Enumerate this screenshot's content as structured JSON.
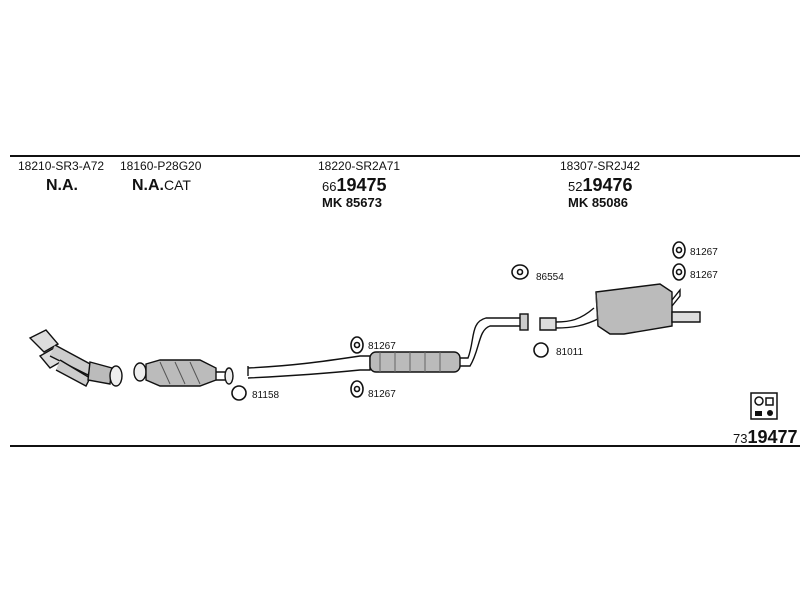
{
  "header": {
    "oem_codes": [
      "18210-SR3-A72",
      "18160-P28G20",
      "18220-SR2A71",
      "18307-SR2J42"
    ],
    "availability": {
      "first": "N.A.",
      "second_main": "N.A.",
      "second_suffix": "CAT"
    },
    "middle_part": {
      "prefix": "66",
      "number": "19475",
      "mk": "MK  85673"
    },
    "rear_part": {
      "prefix": "52",
      "number": "19476",
      "mk": "MK  85086"
    }
  },
  "fittings": {
    "hanger_top_left": "81267",
    "hanger_bottom_left": "81267",
    "rear_hanger_1": "81267",
    "rear_hanger_2": "81267",
    "flange_mount": "86554",
    "gasket_mid": "81011",
    "gasket_front": "81158"
  },
  "footer": {
    "prefix": "73",
    "number": "19477"
  }
}
